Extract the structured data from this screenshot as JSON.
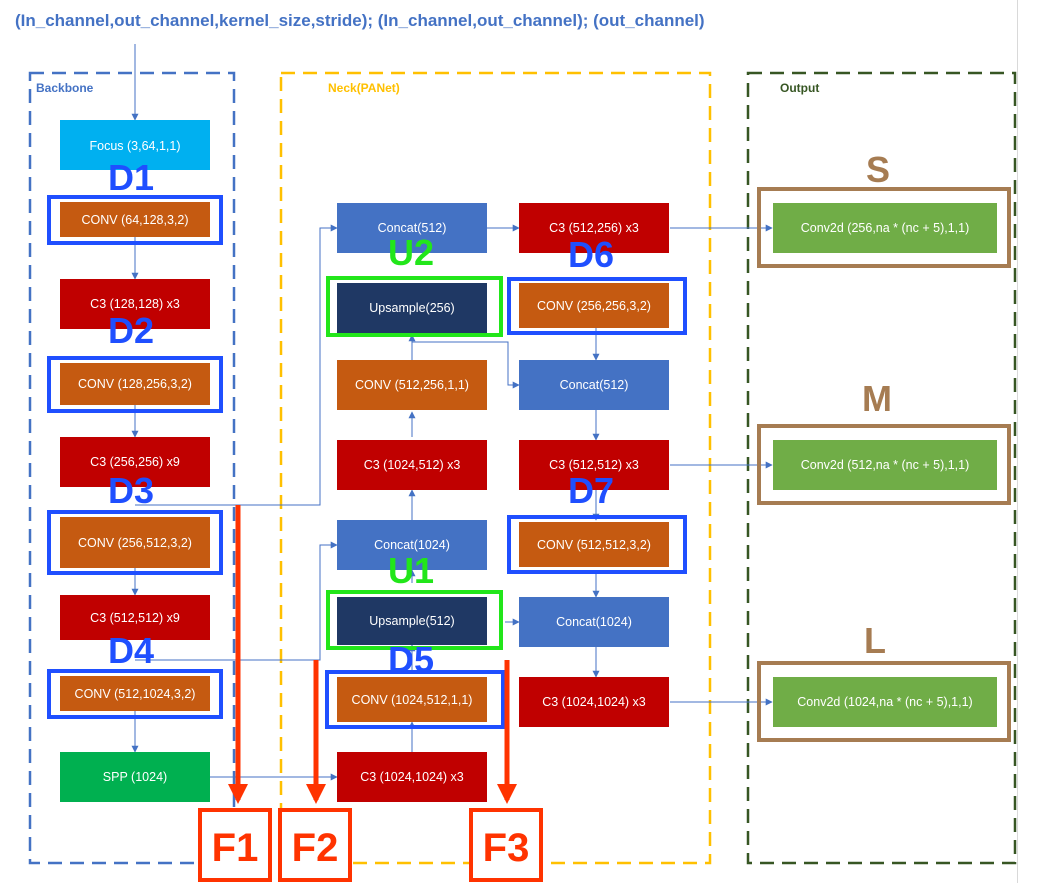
{
  "header": "(In_channel,out_channel,kernel_size,stride);  (In_channel,out_channel);  (out_channel)",
  "sections": {
    "backbone": "Backbone",
    "neck": "Neck(PANet)",
    "output": "Output"
  },
  "colors": {
    "focus": "#00b0f0",
    "conv_orange": "#c55a11",
    "c3_red": "#c00000",
    "concat_blue": "#4472c4",
    "upsample_navy": "#1f3864",
    "spp_green": "#00b050",
    "output_green": "#70ad47",
    "highlight_blue": "#1f4fff",
    "highlight_green": "#22e61a",
    "highlight_brown": "#a67c52",
    "f_red": "#ff3300",
    "backbone_border": "#4472c4",
    "neck_border": "#ffc000",
    "output_border": "#375623"
  },
  "blocks": {
    "focus": "Focus (3,64,1,1)",
    "b_conv1": "CONV (64,128,3,2)",
    "b_c3_1": "C3 (128,128) x3",
    "b_conv2": "CONV (128,256,3,2)",
    "b_c3_2": "C3 (256,256) x9",
    "b_conv3": "CONV (256,512,3,2)",
    "b_c3_3": "C3 (512,512) x9",
    "b_conv4": "CONV (512,1024,3,2)",
    "spp": "SPP (1024)",
    "n_concat512_top": "Concat(512)",
    "n_upsample256": "Upsample(256)",
    "n_conv512_256": "CONV (512,256,1,1)",
    "n_c3_1024_512": "C3 (1024,512) x3",
    "n_concat1024_left": "Concat(1024)",
    "n_upsample512": "Upsample(512)",
    "n_conv1024_512": "CONV (1024,512,1,1)",
    "n_c3_1024_1024_left": "C3 (1024,1024) x3",
    "n_c3_512_256": "C3 (512,256) x3",
    "n_conv256": "CONV (256,256,3,2)",
    "n_concat512_right": "Concat(512)",
    "n_c3_512_512": "C3 (512,512) x3",
    "n_conv512": "CONV (512,512,3,2)",
    "n_concat1024_right": "Concat(1024)",
    "n_c3_1024_1024_right": "C3 (1024,1024) x3",
    "out_s": "Conv2d (256,na * (nc + 5),1,1)",
    "out_m": "Conv2d (512,na * (nc + 5),1,1)",
    "out_l": "Conv2d (1024,na * (nc + 5),1,1)"
  },
  "labels": {
    "D1": "D1",
    "D2": "D2",
    "D3": "D3",
    "D4": "D4",
    "D5": "D5",
    "D6": "D6",
    "D7": "D7",
    "U1": "U1",
    "U2": "U2",
    "S": "S",
    "M": "M",
    "L": "L",
    "F1": "F1",
    "F2": "F2",
    "F3": "F3"
  }
}
